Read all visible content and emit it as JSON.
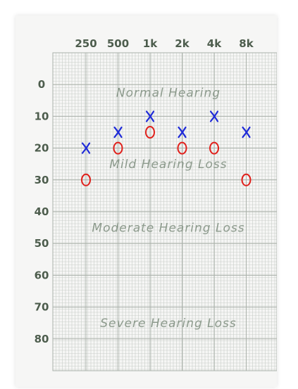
{
  "chart_data": {
    "type": "scatter",
    "categories": [
      "250",
      "500",
      "1k",
      "2k",
      "4k",
      "8k"
    ],
    "yticks": [
      0,
      10,
      20,
      30,
      40,
      50,
      60,
      70,
      80
    ],
    "ylim": [
      -10,
      90
    ],
    "y_inverted": true,
    "regions": [
      {
        "label": "Normal Hearing",
        "y": 2.5
      },
      {
        "label": "Mild Hearing Loss",
        "y": 25
      },
      {
        "label": "Moderate Hearing Loss",
        "y": 45
      },
      {
        "label": "Severe Hearing Loss",
        "y": 75
      }
    ],
    "series": [
      {
        "marker": "X",
        "color": "#1f2bd8",
        "values": [
          20,
          15,
          10,
          15,
          10,
          15
        ]
      },
      {
        "marker": "O",
        "color": "#e0201b",
        "values": [
          30,
          20,
          15,
          20,
          20,
          30
        ]
      }
    ],
    "colors": {
      "grid_minor": "#c9cec9",
      "grid_major": "#aab1aa",
      "tick_text": "#4d5d4d",
      "region_text": "#8c9a8c",
      "paper": "#f6f6f5"
    }
  }
}
